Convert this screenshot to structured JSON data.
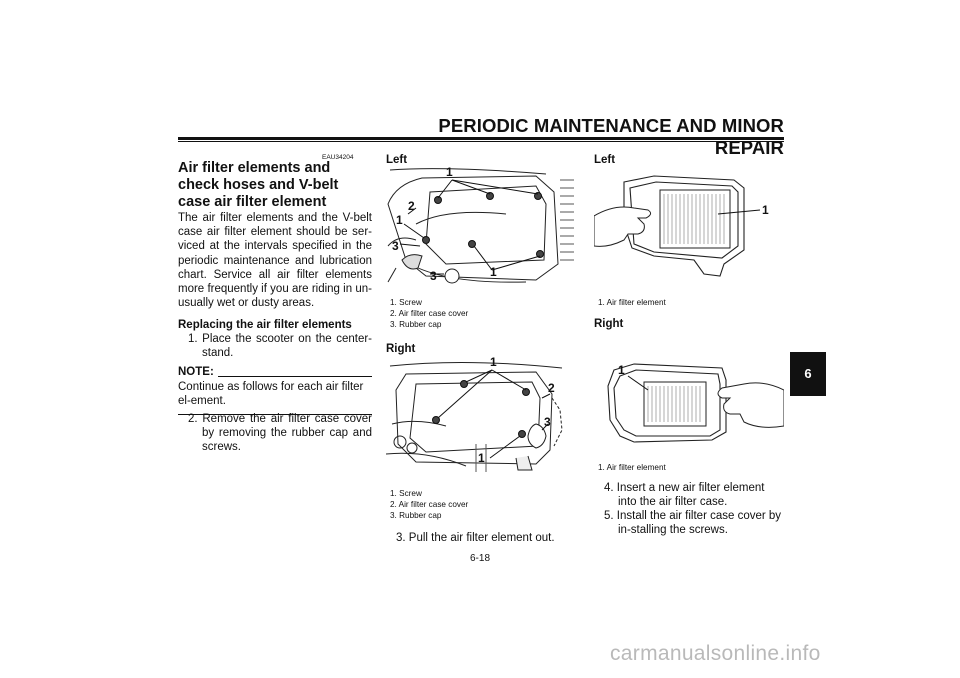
{
  "header": {
    "title": "PERIODIC MAINTENANCE AND MINOR REPAIR",
    "chapter_tab": "6",
    "page_number": "6-18"
  },
  "section": {
    "code": "EAU34204",
    "heading": "Air filter elements and check hoses and V-belt case air filter element",
    "intro": "The air filter elements and the V-belt case air filter element should be ser-viced at the intervals specified in the periodic maintenance and lubrication chart. Service all air filter elements more frequently if you are riding in un-usually wet or dusty areas.",
    "sub_heading": "Replacing the air filter elements",
    "step1": "1. Place the scooter on the center-stand.",
    "note_label": "NOTE:",
    "note_text": "Continue as follows for each air filter el-ement.",
    "step2": "2. Remove the air filter case cover by removing the rubber cap and screws.",
    "step3": "3. Pull the air filter element out.",
    "step4": "4. Insert a new air filter element into the air filter case.",
    "step5": "5. Install the air filter case cover by in-stalling the screws."
  },
  "figures": {
    "left_cover": {
      "title": "Left",
      "captions": [
        "1. Screw",
        "2. Air filter case cover",
        "3. Rubber cap"
      ],
      "callouts": [
        "1",
        "2",
        "1",
        "3",
        "3",
        "1"
      ]
    },
    "right_cover": {
      "title": "Right",
      "captions": [
        "1. Screw",
        "2. Air filter case cover",
        "3. Rubber cap"
      ],
      "callouts": [
        "1",
        "2",
        "3",
        "1"
      ]
    },
    "left_element": {
      "title": "Left",
      "captions": [
        "1. Air filter element"
      ],
      "callouts": [
        "1"
      ]
    },
    "right_element": {
      "title": "Right",
      "captions": [
        "1. Air filter element"
      ],
      "callouts": [
        "1"
      ]
    }
  },
  "watermark": "carmanualsonline.info"
}
